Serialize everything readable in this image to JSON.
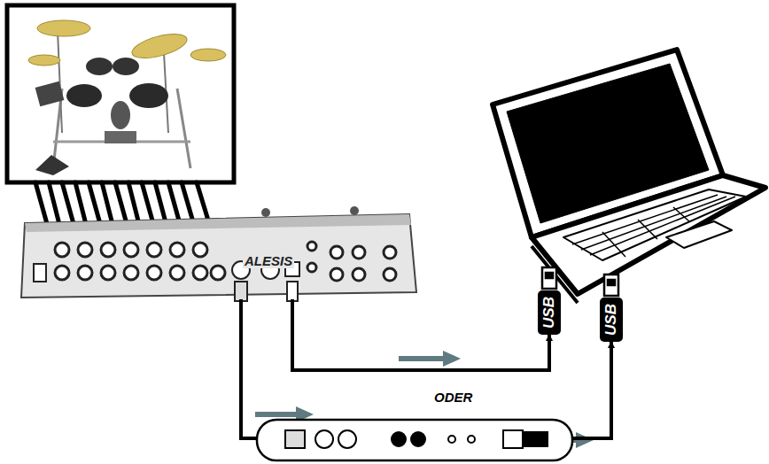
{
  "diagram": {
    "nodes": [
      {
        "text": [
          "ALESIS"
        ]
      },
      {
        "text": [
          "USB"
        ]
      },
      {
        "text": [
          "USB"
        ]
      }
    ],
    "edges": [
      {
        "from": 0,
        "to": 1,
        "arrow": "to"
      },
      {
        "from": 0,
        "to": 2,
        "arrow": "to"
      }
    ],
    "labels": [
      "ODER"
    ]
  }
}
